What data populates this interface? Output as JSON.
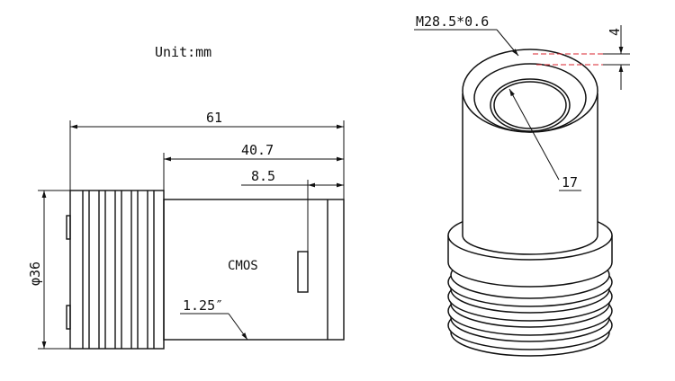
{
  "unit_label": "Unit:mm",
  "side_view": {
    "overall_length": "61",
    "body_length": "40.7",
    "sensor_offset": "8.5",
    "diameter": "φ36",
    "sensor_label": "CMOS",
    "sensor_format": "1.25″"
  },
  "perspective_view": {
    "thread_spec": "M28.5*0.6",
    "thread_depth": "4",
    "bore_diameter": "17"
  },
  "colors": {
    "line": "#111111",
    "highlight": "#d9232e"
  }
}
